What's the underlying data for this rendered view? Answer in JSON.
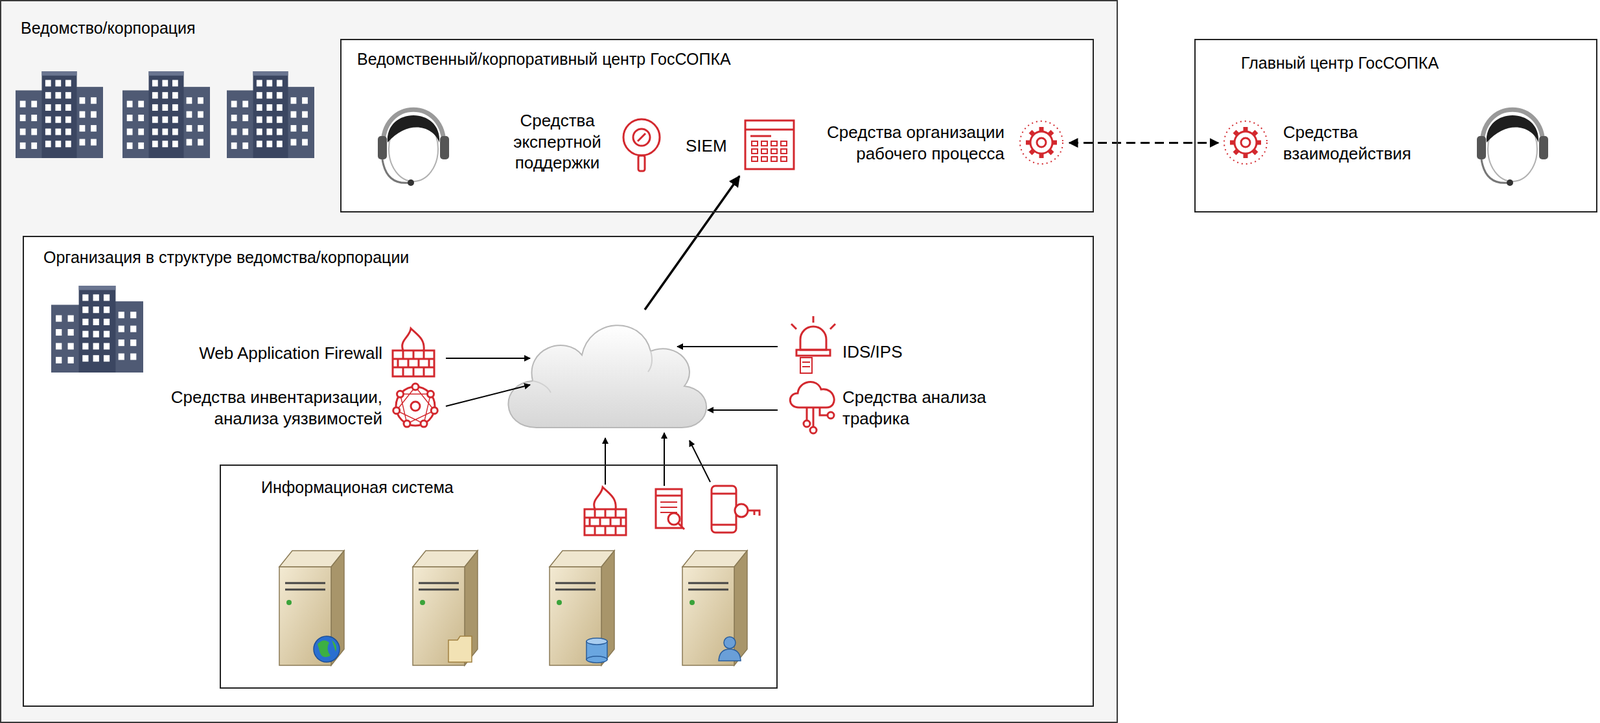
{
  "diagram": {
    "nodes": [
      {
        "text": [
          "Ведомство/корпорация"
        ]
      },
      {
        "text": [
          "Ведомственный/корпоративный центр ГосСОПКА"
        ],
        "in": 0
      },
      {
        "text": [
          "Средства экспертной поддержки"
        ],
        "in": 1
      },
      {
        "text": [
          "SIEM"
        ],
        "in": 1
      },
      {
        "text": [
          "Средства организации рабочего процесса"
        ],
        "in": 1
      },
      {
        "text": [
          "Главный центр ГосСОПКА"
        ]
      },
      {
        "text": [
          "Средства взаимодействия"
        ],
        "in": 5
      },
      {
        "text": [
          "Организация в структуре ведомства/корпорации"
        ],
        "in": 0
      },
      {
        "text": [
          "Web Application Firewall"
        ],
        "in": 7
      },
      {
        "text": [
          "Средства инвентаризации, анализа уязвимостей"
        ],
        "in": 7
      },
      {
        "text": [
          "IDS/IPS"
        ],
        "in": 7
      },
      {
        "text": [
          "Средства анализа трафика"
        ],
        "in": 7
      },
      {
        "text": [
          "Информационая система"
        ],
        "in": 7
      }
    ],
    "edges": [
      {
        "from": 4,
        "to": 6,
        "arrow": "both"
      }
    ]
  }
}
